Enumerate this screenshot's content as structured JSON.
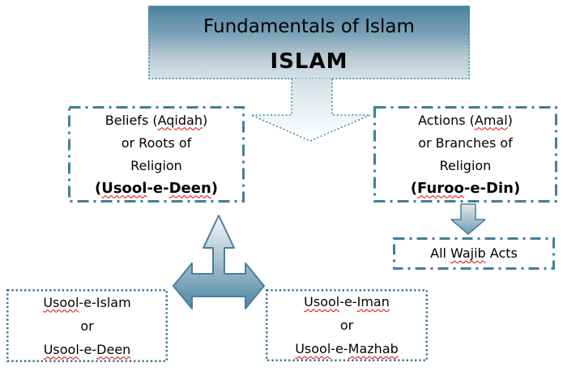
{
  "title_box": {
    "title": "Fundamentals of Islam",
    "subtitle": "ISLAM"
  },
  "beliefs_box": {
    "lines": [
      [
        {
          "text": "Beliefs (",
          "wavy": false
        },
        {
          "text": "Aqidah",
          "wavy": true
        },
        {
          "text": ")",
          "wavy": false
        }
      ],
      [
        {
          "text": "or Roots of",
          "wavy": false
        }
      ],
      [
        {
          "text": "Religion",
          "wavy": false
        }
      ],
      [
        {
          "text": "(",
          "wavy": false
        },
        {
          "text": "Usool",
          "wavy": true
        },
        {
          "text": "-e-",
          "wavy": false
        },
        {
          "text": "Deen",
          "wavy": true
        },
        {
          "text": ")",
          "wavy": false
        }
      ]
    ]
  },
  "actions_box": {
    "lines": [
      [
        {
          "text": "Actions (",
          "wavy": false
        },
        {
          "text": "Amal",
          "wavy": true
        },
        {
          "text": ")",
          "wavy": false
        }
      ],
      [
        {
          "text": "or Branches of",
          "wavy": false
        }
      ],
      [
        {
          "text": "Religion",
          "wavy": false
        }
      ],
      [
        {
          "text": "(",
          "wavy": false
        },
        {
          "text": "Furoo",
          "wavy": true
        },
        {
          "text": "-e-Din)",
          "wavy": false
        }
      ]
    ]
  },
  "wajib_box": {
    "line": [
      {
        "text": "All ",
        "wavy": false
      },
      {
        "text": "Wajib",
        "wavy": true
      },
      {
        "text": " Acts",
        "wavy": false
      }
    ]
  },
  "usool_islam_box": {
    "lines": [
      [
        {
          "text": "Usool",
          "wavy": true
        },
        {
          "text": "-e-Islam",
          "wavy": false
        }
      ],
      [
        {
          "text": "or",
          "wavy": false
        }
      ],
      [
        {
          "text": "Usool",
          "wavy": true
        },
        {
          "text": "-e-",
          "wavy": false
        },
        {
          "text": "Deen",
          "wavy": true
        }
      ]
    ]
  },
  "usool_iman_box": {
    "lines": [
      [
        {
          "text": "Usool",
          "wavy": true
        },
        {
          "text": "-e-",
          "wavy": false
        },
        {
          "text": "Iman",
          "wavy": true
        }
      ],
      [
        {
          "text": "or",
          "wavy": false
        }
      ],
      [
        {
          "text": "Usool",
          "wavy": true
        },
        {
          "text": "-e-",
          "wavy": false
        },
        {
          "text": "Mazhab",
          "wavy": true
        }
      ]
    ]
  },
  "icons": {
    "down_arrow_icon": "large dotted-outline arrow pointing down",
    "small_down_arrow_icon": "small gradient arrow pointing down",
    "three_way_arrow_icon": "gradient arrow pointing up, left and right"
  },
  "colors": {
    "dash_dot_border": "#3f7f9c",
    "fine_dot_border": "#3f93a8",
    "dotted_border": "#336f8b",
    "gradient_top": "#4a81a0",
    "gradient_bottom": "#d8e2e8",
    "arrow_dark": "#4e86a2",
    "spellcheck_red": "#e00000",
    "text": "#000000",
    "background": "#ffffff"
  }
}
